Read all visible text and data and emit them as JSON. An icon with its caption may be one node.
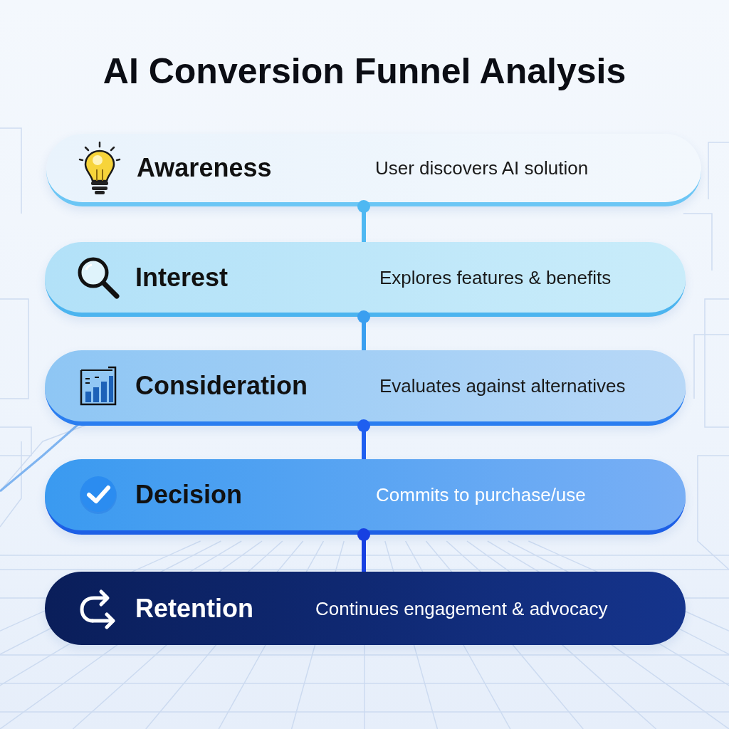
{
  "diagram": {
    "title": "AI Conversion Funnel Analysis",
    "nodes": [
      {
        "text": [
          "Awareness",
          "User discovers AI solution"
        ]
      },
      {
        "text": [
          "Interest",
          "Explores features & benefits"
        ]
      },
      {
        "text": [
          "Consideration",
          "Evaluates against alternatives"
        ]
      },
      {
        "text": [
          "Decision",
          "Commits to purchase/use"
        ]
      },
      {
        "text": [
          "Retention",
          "Continues engagement & advocacy"
        ]
      }
    ],
    "edges": [
      {
        "from": 0,
        "to": 1,
        "arrow": "other",
        "color": "#4fb8f2"
      },
      {
        "from": 1,
        "to": 2,
        "arrow": "other",
        "color": "#3a9ff0"
      },
      {
        "from": 2,
        "to": 3,
        "arrow": "other",
        "color": "#1f5ff0"
      },
      {
        "from": 3,
        "to": 4,
        "arrow": "other",
        "color": "#1740e2"
      }
    ]
  }
}
